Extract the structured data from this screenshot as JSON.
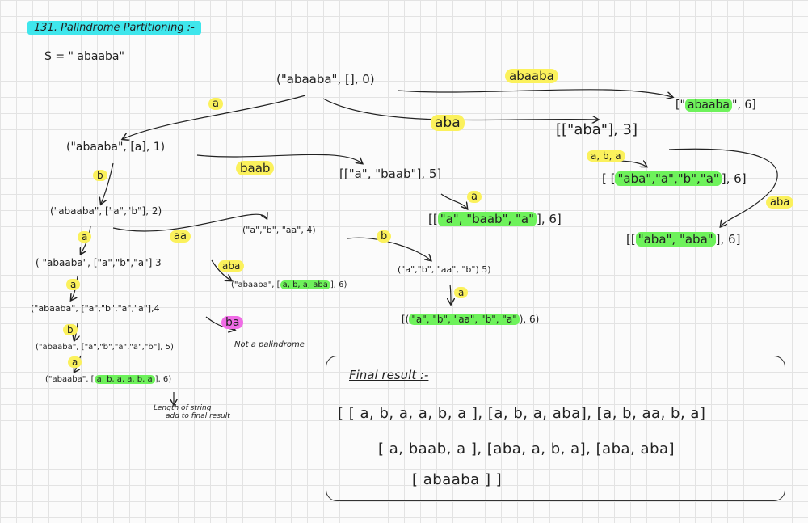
{
  "title": "131. Palindrome Partitioning :-",
  "s_line": "S = \" abaaba\"",
  "nodes": {
    "root": "(\"abaaba\", [], 0)",
    "n1": "(\"abaaba\", [a], 1)",
    "n2": "(\"abaaba\", [\"a\",\"b\"], 2)",
    "n3": "( \"abaaba\", [\"a\",\"b\",\"a\"] 3",
    "n4": "(\"abaaba\", [\"a\",\"b\",\"a\",\"a\"],4",
    "n5": "(\"abaaba\", [\"a\",\"b\",\"a\",\"a\",\"b\"], 5)",
    "n6_pre": "(\"abaaba\", [",
    "n6_hl": "a, b, a, a, b, a",
    "n6_post": "], 6)",
    "n_aba6_pre": "(\"abaaba\", [",
    "n_aba6_hl": "a, b, a, aba",
    "n_aba6_post": "], 6)",
    "n_aa4": "(\"a\",\"b\", \"aa\", 4)",
    "n_aa5": "(\"a\",\"b\", \"aa\", \"b\") 5)",
    "n_aa6_pre": "[(",
    "n_aa6_hl": "\"a\", \"b\", \"aa\", \"b\", \"a\"",
    "n_aa6_post": "), 6)",
    "n_baab5": "[[\"a\", \"baab\"], 5]",
    "n_baab6_pre": "[[",
    "n_baab6_hl": "\"a\", \"baab\", \"a\"",
    "n_baab6_post": "], 6]",
    "n_aba3": "[[\"aba\"], 3]",
    "n_aba3_6_pre": "[ [",
    "n_aba3_6_hl": "\"aba\",\"a\",\"b\",\"a\"",
    "n_aba3_6_post": "], 6]",
    "n_abaaba_pre": "[\"",
    "n_abaaba_hl": "abaaba",
    "n_abaaba_post": "\", 6]",
    "n_abaaba2_pre": "[[",
    "n_abaaba2_hl": "\"aba\", \"aba\"",
    "n_abaaba2_post": "], 6]"
  },
  "edge_labels": {
    "a_root": "a",
    "abaaba": "abaaba",
    "aba": "aba",
    "b1": "b",
    "baab": "baab",
    "a2": "a",
    "aa": "aa",
    "a3": "a",
    "aba_side": "aba",
    "b4": "b",
    "ba": "ba",
    "a5": "a",
    "a_baab": "a",
    "a_aa5": "a",
    "b_aa": "b",
    "a_b_a": "a, b, a",
    "aba_right": "aba"
  },
  "notes": {
    "not_palindrome": "Not a palindrome",
    "length_note_1": "Length of string",
    "length_note_2": "add to final result"
  },
  "final": {
    "title": "Final result :-",
    "line1": "[ [ a, b, a, a, b, a ],  [a, b, a, aba],  [a, b, aa, b, a]",
    "line2": "[ a, baab, a ],  [aba, a, b, a],  [aba, aba]",
    "line3": "[ abaaba ] ]"
  },
  "colors": {
    "yellow_highlight": "#fbf15c",
    "green_highlight": "#6ef25b",
    "pink_highlight": "#f06ce6",
    "cyan_highlight": "#3fe6ec"
  }
}
